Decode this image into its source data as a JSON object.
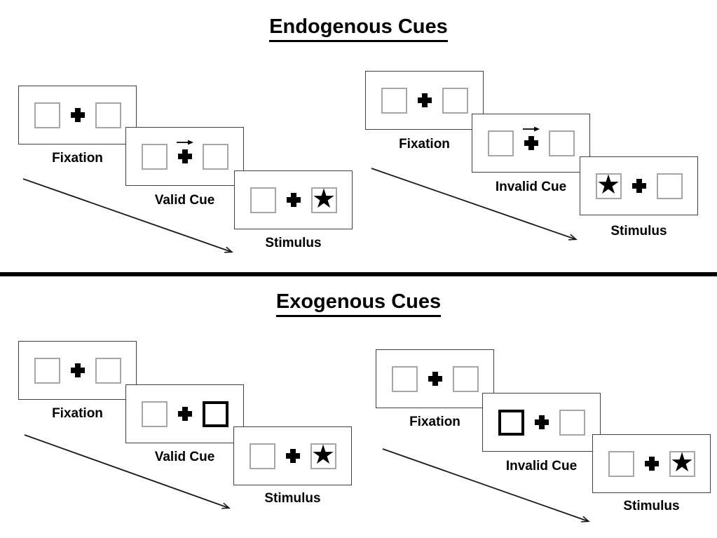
{
  "sections": [
    {
      "title": "Endogenous Cues",
      "sequences": [
        {
          "name": "valid-sequence",
          "frames": [
            {
              "label": "Fixation"
            },
            {
              "label": "Valid Cue",
              "cue": "arrow-right-above-fixation"
            },
            {
              "label": "Stimulus",
              "star_side": "right"
            }
          ]
        },
        {
          "name": "invalid-sequence",
          "frames": [
            {
              "label": "Fixation"
            },
            {
              "label": "Invalid Cue",
              "cue": "arrow-right-above-fixation"
            },
            {
              "label": "Stimulus",
              "star_side": "left"
            }
          ]
        }
      ]
    },
    {
      "title": "Exogenous Cues",
      "sequences": [
        {
          "name": "valid-sequence",
          "frames": [
            {
              "label": "Fixation"
            },
            {
              "label": "Valid Cue",
              "highlighted_box": "right"
            },
            {
              "label": "Stimulus",
              "star_side": "right"
            }
          ]
        },
        {
          "name": "invalid-sequence",
          "frames": [
            {
              "label": "Fixation"
            },
            {
              "label": "Invalid Cue",
              "highlighted_box": "left"
            },
            {
              "label": "Stimulus",
              "star_side": "right"
            }
          ]
        }
      ]
    }
  ],
  "glyphs": {
    "star": "★"
  },
  "colors": {
    "ink": "#000000",
    "frame_border": "#404040",
    "box_border": "#a6a6a6",
    "background": "#ffffff"
  }
}
